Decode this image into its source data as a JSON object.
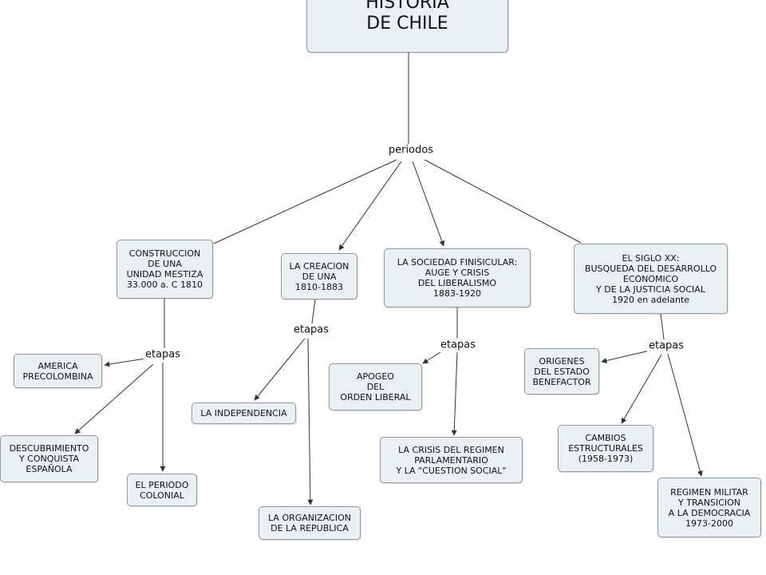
{
  "colors": {
    "node_fill": "#ebf0f3",
    "node_border": "#8c99a3",
    "line": "#333333"
  },
  "root": {
    "label": "HISTORIA\nDE CHILE"
  },
  "connector": {
    "label": "periodos"
  },
  "periods": [
    {
      "label": "CONSTRUCCION\nDE UNA\nUNIDAD MESTIZA\n33.000 a. C 1810",
      "connector": "etapas",
      "stages": [
        "AMERICA\nPRECOLOMBINA",
        "DESCUBRIMIENTO\nY CONQUISTA\nESPAÑOLA",
        "EL PERIODO\nCOLONIAL"
      ]
    },
    {
      "label": "LA CREACION\nDE UNA\n1810-1883",
      "connector": "etapas",
      "stages": [
        "LA INDEPENDENCIA",
        "LA ORGANIZACION\nDE LA REPUBLICA"
      ]
    },
    {
      "label": "LA SOCIEDAD FINISICULAR:\nAUGE Y CRISIS\nDEL LIBERALISMO\n1883-1920",
      "connector": "etapas",
      "stages": [
        "APOGEO\nDEL\nORDEN LIBERAL",
        "LA CRISIS DEL REGIMEN\nPARLAMENTARIO\nY LA    \"CUESTION SOCIAL\""
      ]
    },
    {
      "label": "EL SIGLO XX:\nBUSQUEDA DEL DESARROLLO\nECONOMICO\nY DE LA JUSTICIA SOCIAL\n1920 en adelante",
      "connector": "etapas",
      "stages": [
        "ORIGENES\nDEL ESTADO\nBENEFACTOR",
        "CAMBIOS\nESTRUCTURALES\n(1958-1973)",
        "REGIMEN MILITAR\nY TRANSICION\nA LA DEMOCRACIA\n1973-2000"
      ]
    }
  ]
}
